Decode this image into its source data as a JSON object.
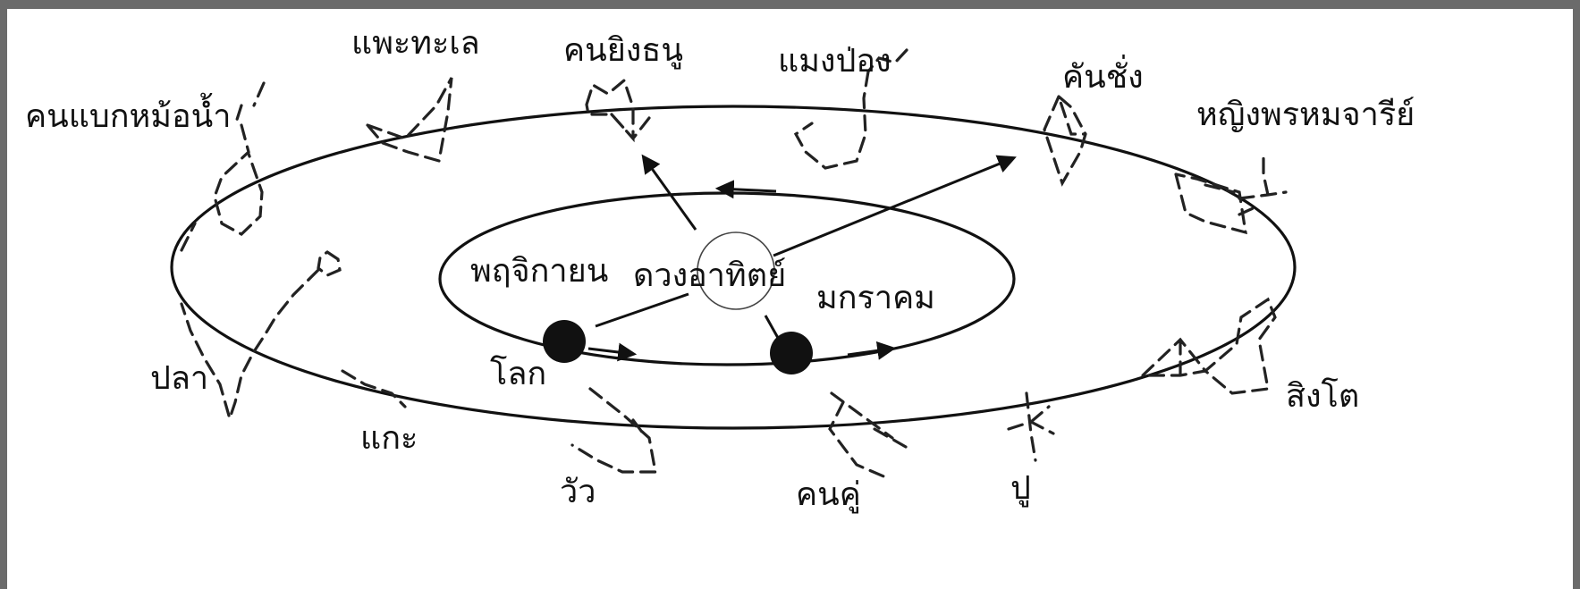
{
  "diagram": {
    "center": {
      "sun_label": "ดวงอาทิตย์"
    },
    "inner_orbit": {
      "earth_label": "โลก",
      "left_month": "พฤจิกายน",
      "right_month": "มกราคม"
    },
    "zodiac": {
      "aquarius": "คนแบกหม้อน้ำ",
      "capricorn": "แพะทะเล",
      "sagittarius": "คนยิงธนู",
      "scorpio": "แมงป่อง",
      "libra": "คันชั่ง",
      "virgo": "หญิงพรหมจารีย์",
      "leo": "สิงโต",
      "cancer": "ปู",
      "gemini": "คนคู่",
      "taurus": "วัว",
      "aries": "แกะ",
      "pisces": "ปลา"
    }
  }
}
